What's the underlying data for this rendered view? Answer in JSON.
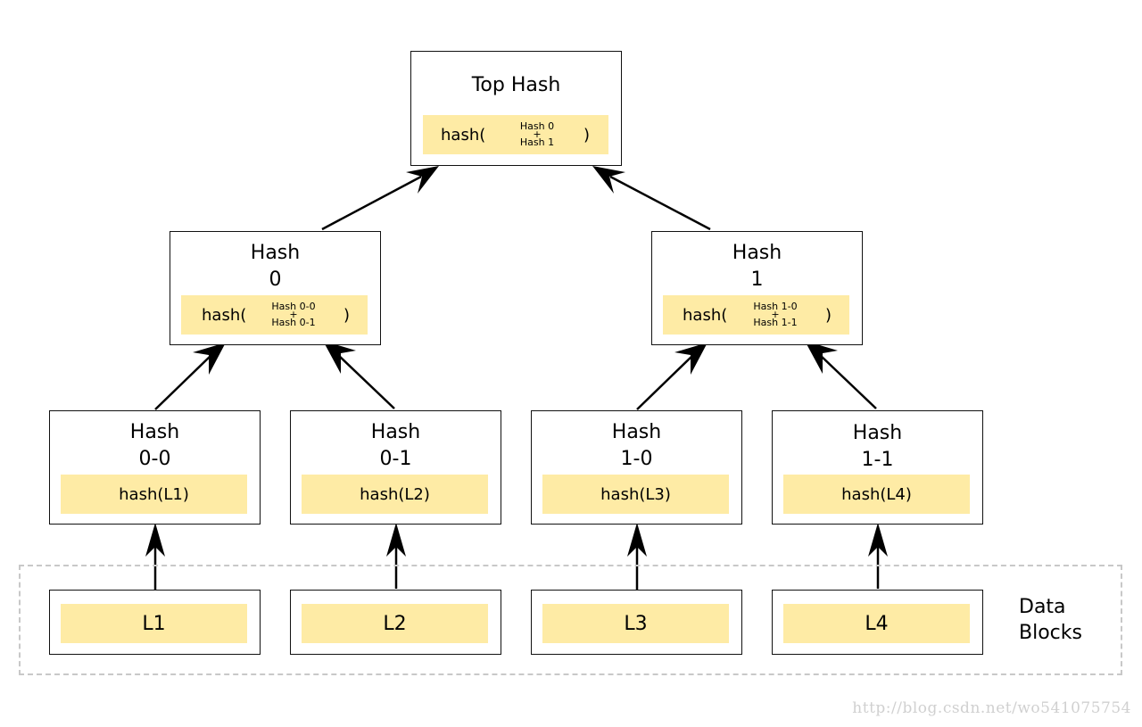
{
  "top": {
    "title": "Top Hash",
    "fn": "hash(",
    "a": "Hash 0",
    "plus": "+",
    "b": "Hash 1",
    "close": ")"
  },
  "hash0": {
    "title": "Hash\n0",
    "fn": "hash(",
    "a": "Hash 0-0",
    "plus": "+",
    "b": "Hash 0-1",
    "close": ")"
  },
  "hash1": {
    "title": "Hash\n1",
    "fn": "hash(",
    "a": "Hash 1-0",
    "plus": "+",
    "b": "Hash 1-1",
    "close": ")"
  },
  "leaves": [
    {
      "title": "Hash\n0-0",
      "formula": "hash(L1)"
    },
    {
      "title": "Hash\n0-1",
      "formula": "hash(L2)"
    },
    {
      "title": "Hash\n1-0",
      "formula": "hash(L3)"
    },
    {
      "title": "Hash\n1-1",
      "formula": "hash(L4)"
    }
  ],
  "data_blocks": {
    "label": "Data\nBlocks",
    "items": [
      "L1",
      "L2",
      "L3",
      "L4"
    ]
  },
  "watermark": "http://blog.csdn.net/wo541075754"
}
